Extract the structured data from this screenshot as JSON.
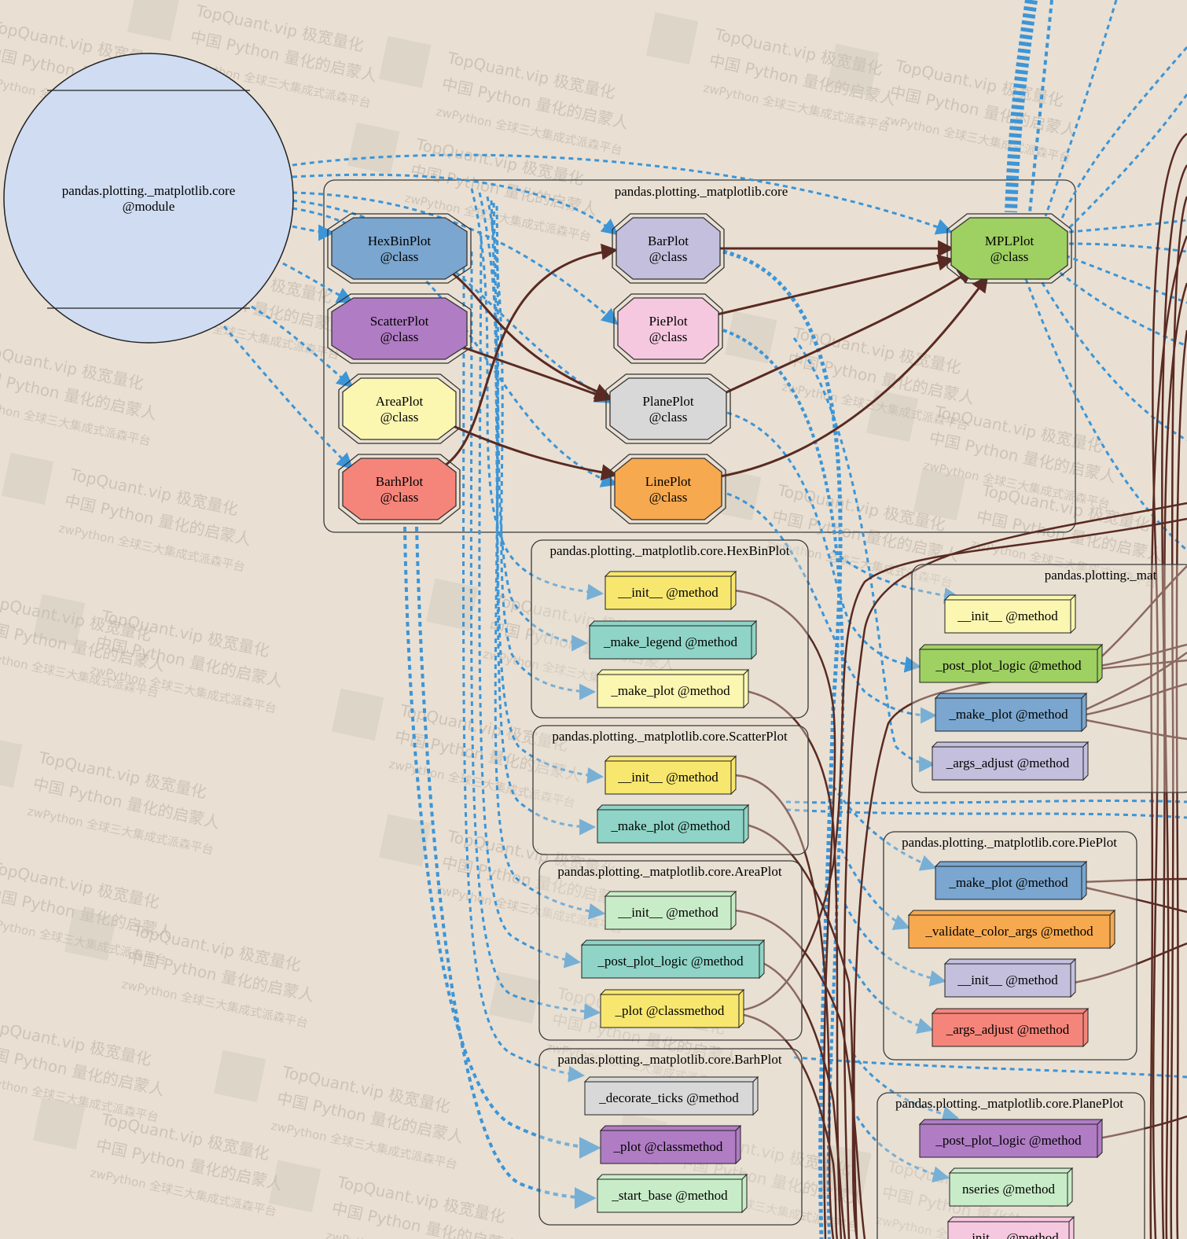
{
  "colors": {
    "background": "#e9e0d3",
    "import_edge": "#3d95d6",
    "inherit_edge": "#5a2a22",
    "module_fill": "#cfdcf2",
    "class_yellow": "#fbf1a0",
    "cluster_border": "#3a3a3a"
  },
  "watermark": {
    "line1": "TopQuant.vip 极宽量化",
    "line2": "中国 Python 量化的启蒙人",
    "line3": "zwPython 全球三大集成式派森平台"
  },
  "module_node": {
    "label": "pandas.plotting._matplotlib.core",
    "kind": "@module"
  },
  "core_cluster": {
    "title": "pandas.plotting._matplotlib.core"
  },
  "classes": [
    {
      "id": "hexbin",
      "name": "HexBinPlot",
      "kind": "@class",
      "color": "#7aa6cf"
    },
    {
      "id": "scatter",
      "name": "ScatterPlot",
      "kind": "@class",
      "color": "#b07cc4"
    },
    {
      "id": "area",
      "name": "AreaPlot",
      "kind": "@class",
      "color": "#fbf6b0"
    },
    {
      "id": "barh",
      "name": "BarhPlot",
      "kind": "@class",
      "color": "#f5857a"
    },
    {
      "id": "bar",
      "name": "BarPlot",
      "kind": "@class",
      "color": "#c3bfdd"
    },
    {
      "id": "pie",
      "name": "PiePlot",
      "kind": "@class",
      "color": "#f6c8df"
    },
    {
      "id": "plane",
      "name": "PlanePlot",
      "kind": "@class",
      "color": "#d8d8d8"
    },
    {
      "id": "line",
      "name": "LinePlot",
      "kind": "@class",
      "color": "#f7a94f"
    },
    {
      "id": "mpl",
      "name": "MPLPlot",
      "kind": "@class",
      "color": "#9fd062"
    }
  ],
  "clusters": [
    {
      "id": "hexbin_cluster",
      "title": "pandas.plotting._matplotlib.core.HexBinPlot",
      "methods": [
        {
          "text": "__init__ @method",
          "color": "#f8e76f"
        },
        {
          "text": "_make_legend @method",
          "color": "#8fd4c6"
        },
        {
          "text": "_make_plot @method",
          "color": "#fbf6b0"
        }
      ]
    },
    {
      "id": "scatter_cluster",
      "title": "pandas.plotting._matplotlib.core.ScatterPlot",
      "methods": [
        {
          "text": "__init__ @method",
          "color": "#f8e76f"
        },
        {
          "text": "_make_plot @method",
          "color": "#8fd4c6"
        }
      ]
    },
    {
      "id": "area_cluster",
      "title": "pandas.plotting._matplotlib.core.AreaPlot",
      "methods": [
        {
          "text": "__init__ @method",
          "color": "#c8ecc8"
        },
        {
          "text": "_post_plot_logic @method",
          "color": "#8fd4c6"
        },
        {
          "text": "_plot @classmethod",
          "color": "#f8e76f"
        }
      ]
    },
    {
      "id": "barh_cluster",
      "title": "pandas.plotting._matplotlib.core.BarhPlot",
      "methods": [
        {
          "text": "_decorate_ticks @method",
          "color": "#d8d8d8"
        },
        {
          "text": "_plot @classmethod",
          "color": "#b07cc4"
        },
        {
          "text": "_start_base @method",
          "color": "#c8ecc8"
        }
      ]
    },
    {
      "id": "mpl_cluster",
      "title": "pandas.plotting._mat",
      "methods": [
        {
          "text": "__init__ @method",
          "color": "#fbf6b0"
        },
        {
          "text": "_post_plot_logic @method",
          "color": "#9fd062"
        },
        {
          "text": "_make_plot @method",
          "color": "#7aa6cf"
        },
        {
          "text": "_args_adjust @method",
          "color": "#c3bfdd"
        }
      ]
    },
    {
      "id": "pie_cluster",
      "title": "pandas.plotting._matplotlib.core.PiePlot",
      "methods": [
        {
          "text": "_make_plot @method",
          "color": "#7aa6cf"
        },
        {
          "text": "_validate_color_args @method",
          "color": "#f7a94f"
        },
        {
          "text": "__init__ @method",
          "color": "#c3bfdd"
        },
        {
          "text": "_args_adjust @method",
          "color": "#f5857a"
        }
      ]
    },
    {
      "id": "plane_cluster",
      "title": "pandas.plotting._matplotlib.core.PlanePlot",
      "methods": [
        {
          "text": "_post_plot_logic @method",
          "color": "#b07cc4"
        },
        {
          "text": "nseries @method",
          "color": "#c8ecc8"
        },
        {
          "text": "__init__ @method",
          "color": "#f6c8df"
        }
      ]
    }
  ]
}
